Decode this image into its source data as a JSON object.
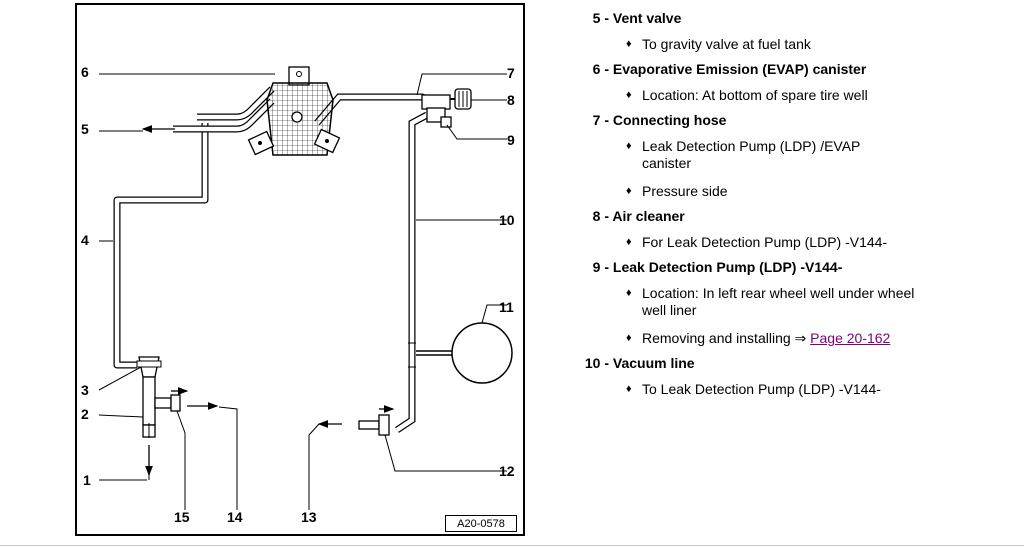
{
  "figure": {
    "callouts": [
      "1",
      "2",
      "3",
      "4",
      "5",
      "6",
      "7",
      "8",
      "9",
      "10",
      "11",
      "12",
      "13",
      "14",
      "15"
    ],
    "figure_id": "A20-0578"
  },
  "legend": {
    "items": [
      {
        "number": "5 -",
        "title": "Vent valve",
        "bullets": [
          {
            "text": "To gravity valve at fuel tank"
          }
        ]
      },
      {
        "number": "6 -",
        "title": "Evaporative Emission (EVAP) canister",
        "bullets": [
          {
            "text": "Location: At bottom of spare tire well"
          }
        ]
      },
      {
        "number": "7 -",
        "title": "Connecting hose",
        "bullets": [
          {
            "text": "Leak Detection Pump (LDP) /EVAP canister"
          },
          {
            "text": "Pressure side"
          }
        ]
      },
      {
        "number": "8 -",
        "title": "Air cleaner",
        "bullets": [
          {
            "text": "For Leak Detection Pump (LDP) -V144-"
          }
        ]
      },
      {
        "number": "9 -",
        "title": "Leak Detection Pump (LDP) -V144-",
        "bullets": [
          {
            "text": "Location: In left rear wheel well under wheel well liner"
          },
          {
            "text": "Removing and installing ",
            "arrow": "⇒",
            "link": "Page 20-162"
          }
        ]
      },
      {
        "number": "10 -",
        "title": "Vacuum line",
        "bullets": [
          {
            "text": "To Leak Detection Pump (LDP) -V144-"
          }
        ]
      }
    ]
  }
}
